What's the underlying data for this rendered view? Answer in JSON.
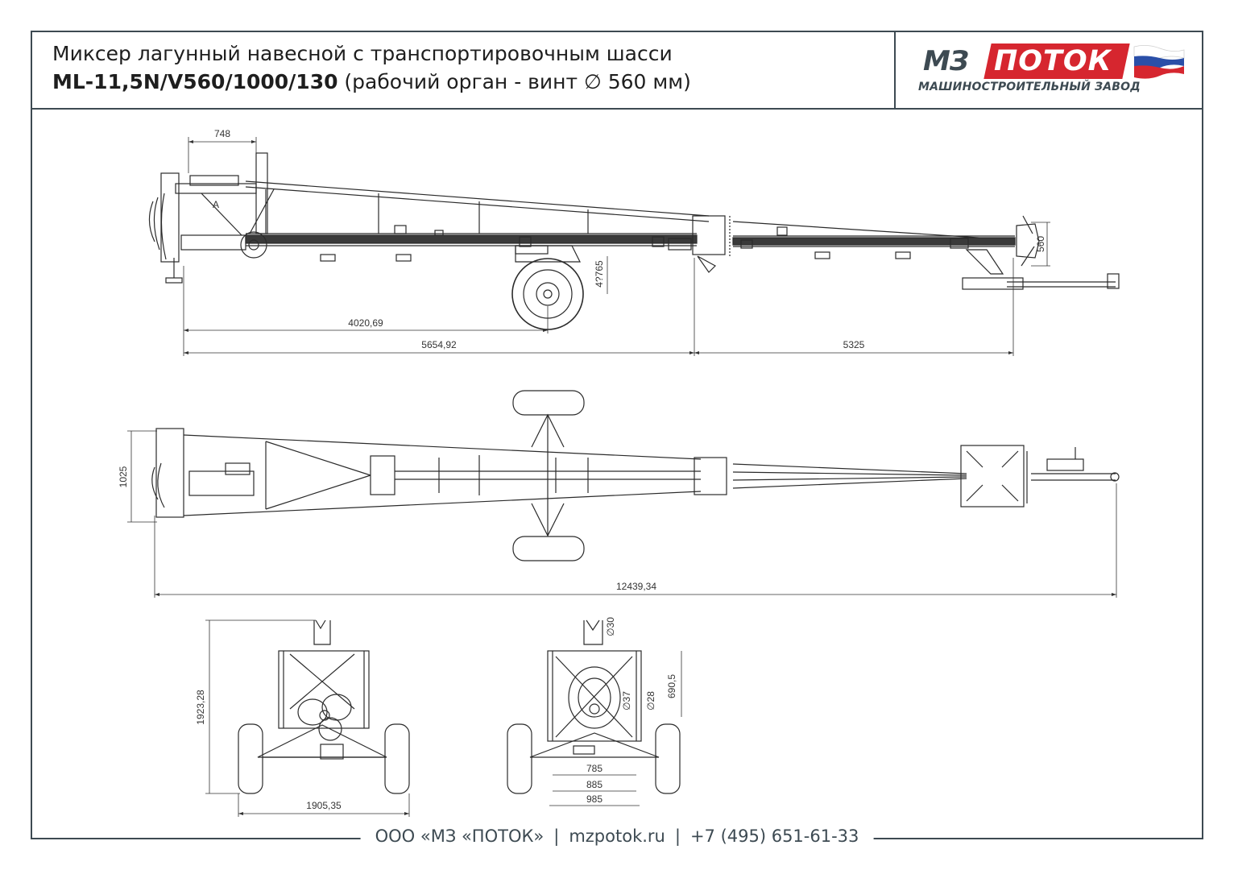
{
  "title": {
    "line1": "Миксер лагунный навесной с транспортировочным шасси",
    "line2_bold": "ML-11,5N/V560/1000/130",
    "line2_rest": " (рабочий орган - винт ∅ 560 мм)"
  },
  "logo": {
    "mz": "МЗ",
    "potok": "ПОТОК",
    "subtitle": "МАШИНОСТРОИТЕЛЬНЫЙ ЗАВОД",
    "flag_colors": [
      "#ffffff",
      "#2a4fa8",
      "#d6262f"
    ]
  },
  "footer": {
    "company": "ООО «МЗ «ПОТОК»",
    "site": "mzpotok.ru",
    "phone": "+7 (495) 651-61-33",
    "separator": "|"
  },
  "side_view": {
    "dim_top": "748",
    "label_a": "A",
    "dim_height": "4?765",
    "dim_wheel": "4020,69",
    "dim_left_total": "5654,92",
    "dim_right_total": "5325",
    "dim_screw": "560"
  },
  "top_view": {
    "dim_width": "1025",
    "dim_total_length": "12439,34"
  },
  "front_view": {
    "dim_height": "1923,28",
    "dim_track": "1905,35"
  },
  "rear_view": {
    "dim_d30": "∅30",
    "dim_d37": "∅37",
    "dim_d28": "∅28",
    "dim_h": "690,5",
    "dim_785": "785",
    "dim_885": "885",
    "dim_985": "985"
  },
  "colors": {
    "frame": "#3d4a52",
    "accent": "#d6262f",
    "line": "#2b2b2b"
  }
}
